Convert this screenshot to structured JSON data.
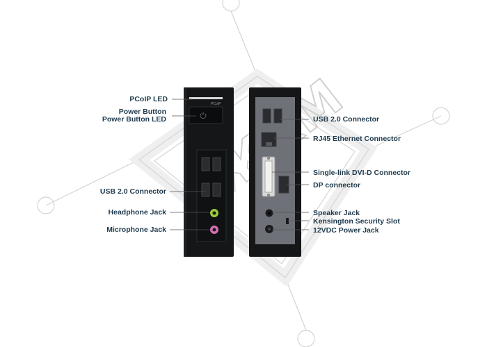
{
  "colors": {
    "background": "#ffffff",
    "watermark": "#cfcfcf",
    "label_text": "#1f3a4d",
    "leader_line": "#555555",
    "device_body": "#141617",
    "rear_panel": "#6e7278",
    "usb_port": "#2a2c30",
    "headphone_jack": "#9ccc3c",
    "microphone_jack": "#d36fb4"
  },
  "icons": {
    "power": "power-icon",
    "usb": "usb-icon",
    "ethernet": "rj45-port-icon",
    "dvi": "dvi-port-icon",
    "displayport": "displayport-icon",
    "audio": "audio-jack-icon",
    "lock": "kensington-slot-icon",
    "dc": "dc-power-jack-icon"
  },
  "watermark": {
    "text": "ЖКМ"
  },
  "front_device": {
    "badge_text": "PCoIP"
  },
  "labels_left": {
    "pcoip_led": "PCoIP LED",
    "power_button": "Power Button",
    "power_button_led": "Power Button LED",
    "usb_connector": "USB 2.0 Connector",
    "headphone_jack": "Headphone Jack",
    "microphone_jack": "Microphone Jack"
  },
  "labels_right": {
    "usb_connector": "USB 2.0 Connector",
    "rj45": "RJ45 Ethernet Connector",
    "dvi": "Single-link DVI-D Connector",
    "dp": "DP connector",
    "speaker": "Speaker Jack",
    "kensington": "Kensington Security Slot",
    "power_jack": "12VDC Power Jack"
  }
}
